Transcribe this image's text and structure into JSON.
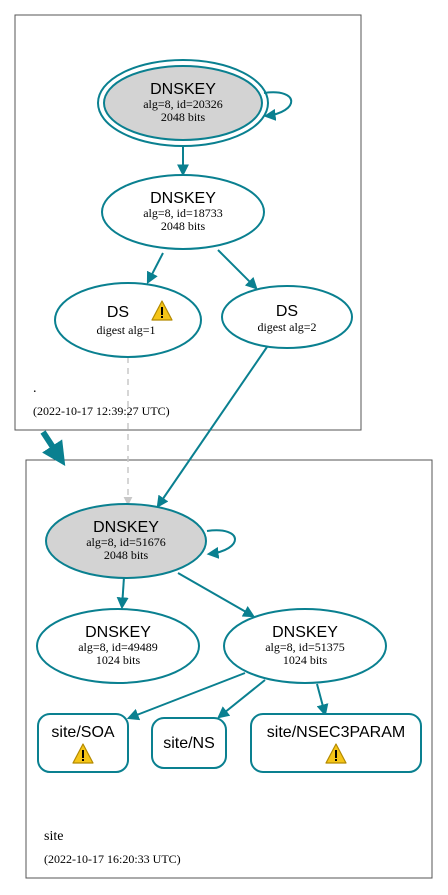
{
  "root_zone": {
    "name": ".",
    "timestamp": "(2022-10-17 12:39:27 UTC)",
    "ksk": {
      "title": "DNSKEY",
      "line1": "alg=8, id=20326",
      "line2": "2048 bits"
    },
    "zsk": {
      "title": "DNSKEY",
      "line1": "alg=8, id=18733",
      "line2": "2048 bits"
    },
    "ds1": {
      "title": "DS",
      "line1": "digest alg=1",
      "warning": "warning-icon"
    },
    "ds2": {
      "title": "DS",
      "line1": "digest alg=2"
    }
  },
  "site_zone": {
    "name": "site",
    "timestamp": "(2022-10-17 16:20:33 UTC)",
    "ksk": {
      "title": "DNSKEY",
      "line1": "alg=8, id=51676",
      "line2": "2048 bits"
    },
    "zsk1": {
      "title": "DNSKEY",
      "line1": "alg=8, id=49489",
      "line2": "1024 bits"
    },
    "zsk2": {
      "title": "DNSKEY",
      "line1": "alg=8, id=51375",
      "line2": "1024 bits"
    },
    "rr_soa": {
      "label": "site/SOA",
      "warning": "warning-icon"
    },
    "rr_ns": {
      "label": "site/NS"
    },
    "rr_nsec3param": {
      "label": "site/NSEC3PARAM",
      "warning": "warning-icon"
    }
  },
  "colors": {
    "edge": "#0a8090",
    "ksk_fill": "#d3d3d3",
    "dashed_edge": "#c8c8c8",
    "warning_fill": "#f5c518"
  }
}
